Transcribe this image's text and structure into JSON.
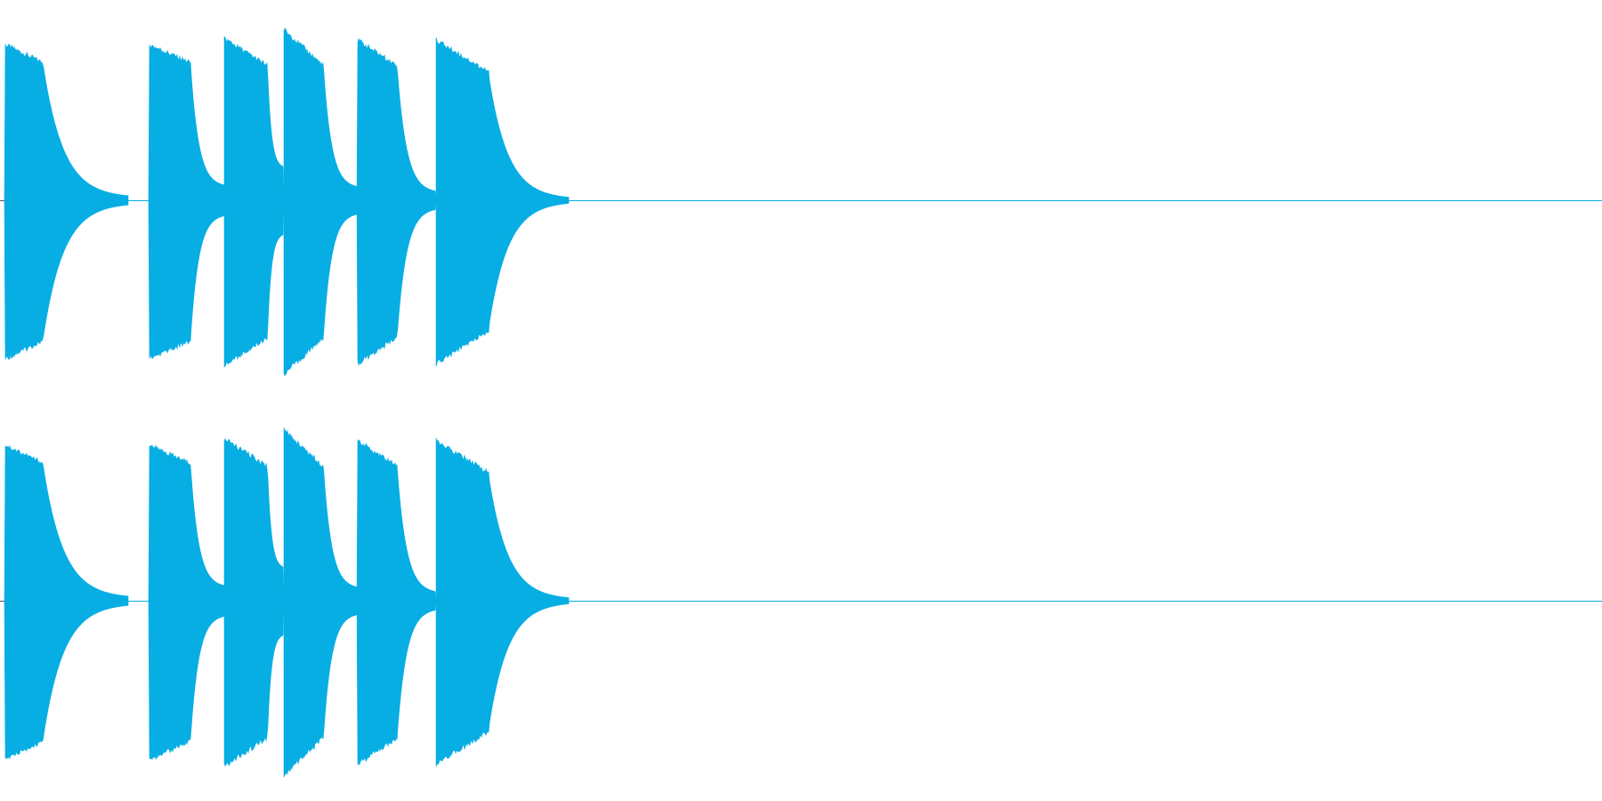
{
  "colors": {
    "background": "#ffffff",
    "waveform": "#07aee4",
    "baseline": "#07aee4"
  },
  "channels": [
    {
      "name": ""
    },
    {
      "name": ""
    }
  ],
  "bursts": [
    {
      "start": 0.003,
      "hold_end": 0.027,
      "end": 0.08,
      "peak": 1.0,
      "hold_level": 0.88,
      "tail_level": 0.03
    },
    {
      "start": 0.093,
      "hold_end": 0.119,
      "end": 0.14,
      "peak": 1.0,
      "hold_level": 0.88,
      "tail_level": 0.1
    },
    {
      "start": 0.14,
      "hold_end": 0.167,
      "end": 0.177,
      "peak": 1.04,
      "hold_level": 0.86,
      "tail_level": 0.22
    },
    {
      "start": 0.177,
      "hold_end": 0.202,
      "end": 0.223,
      "peak": 1.1,
      "hold_level": 0.86,
      "tail_level": 0.09
    },
    {
      "start": 0.223,
      "hold_end": 0.248,
      "end": 0.272,
      "peak": 1.03,
      "hold_level": 0.86,
      "tail_level": 0.06
    },
    {
      "start": 0.272,
      "hold_end": 0.305,
      "end": 0.355,
      "peak": 1.03,
      "hold_level": 0.82,
      "tail_level": 0.02
    }
  ]
}
